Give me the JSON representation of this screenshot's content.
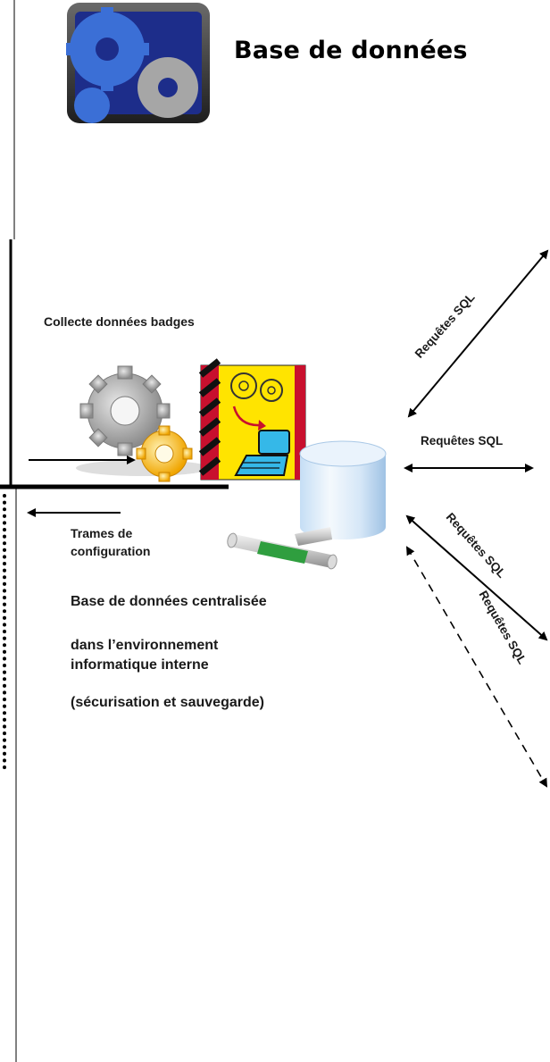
{
  "title": "Base de données",
  "labels": {
    "collecte": "Collecte données badges",
    "trames": "Trames de configuration",
    "base_line1": "Base de données centralisée",
    "base_line2": "dans l’environnement informatique interne",
    "base_line3": "(sécurisation et sauvegarde)"
  },
  "arrows": {
    "sql_up": "Requêtes SQL",
    "sql_horizontal": "Requêtes SQL",
    "sql_down": "Requêtes SQL",
    "sql_dashed": "Requêtes SQL"
  },
  "icons": {
    "title_icon": "gears-icon",
    "service_icon": "gears-service-icon",
    "badge_app_icon": "badge-terminal-icon",
    "database_icon": "database-cylinder-icon",
    "connector_icon": "connector-tube-icon"
  }
}
